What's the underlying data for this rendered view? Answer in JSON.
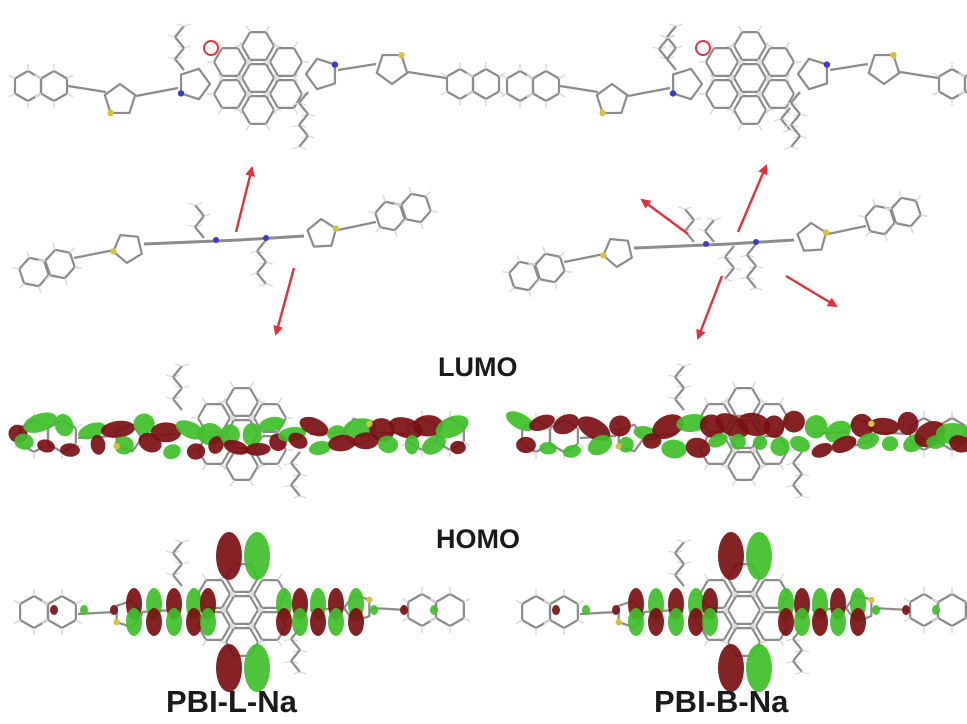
{
  "labels": {
    "lumo": "LUMO",
    "homo": "HOMO",
    "left_molecule": "PBI-L-Na",
    "right_molecule": "PBI-B-Na"
  },
  "colors": {
    "background": "#ffffff",
    "bond": "#8c8c8c",
    "hydrogen": "#dcdcdc",
    "sulfur": "#d8c23a",
    "nitrogen": "#3a3ad0",
    "arrow": "#e0323c",
    "orbital_positive": "#7a0f12",
    "orbital_negative": "#3fbf2a",
    "marker": "#e0323c",
    "text": "#1a1a1a"
  }
}
